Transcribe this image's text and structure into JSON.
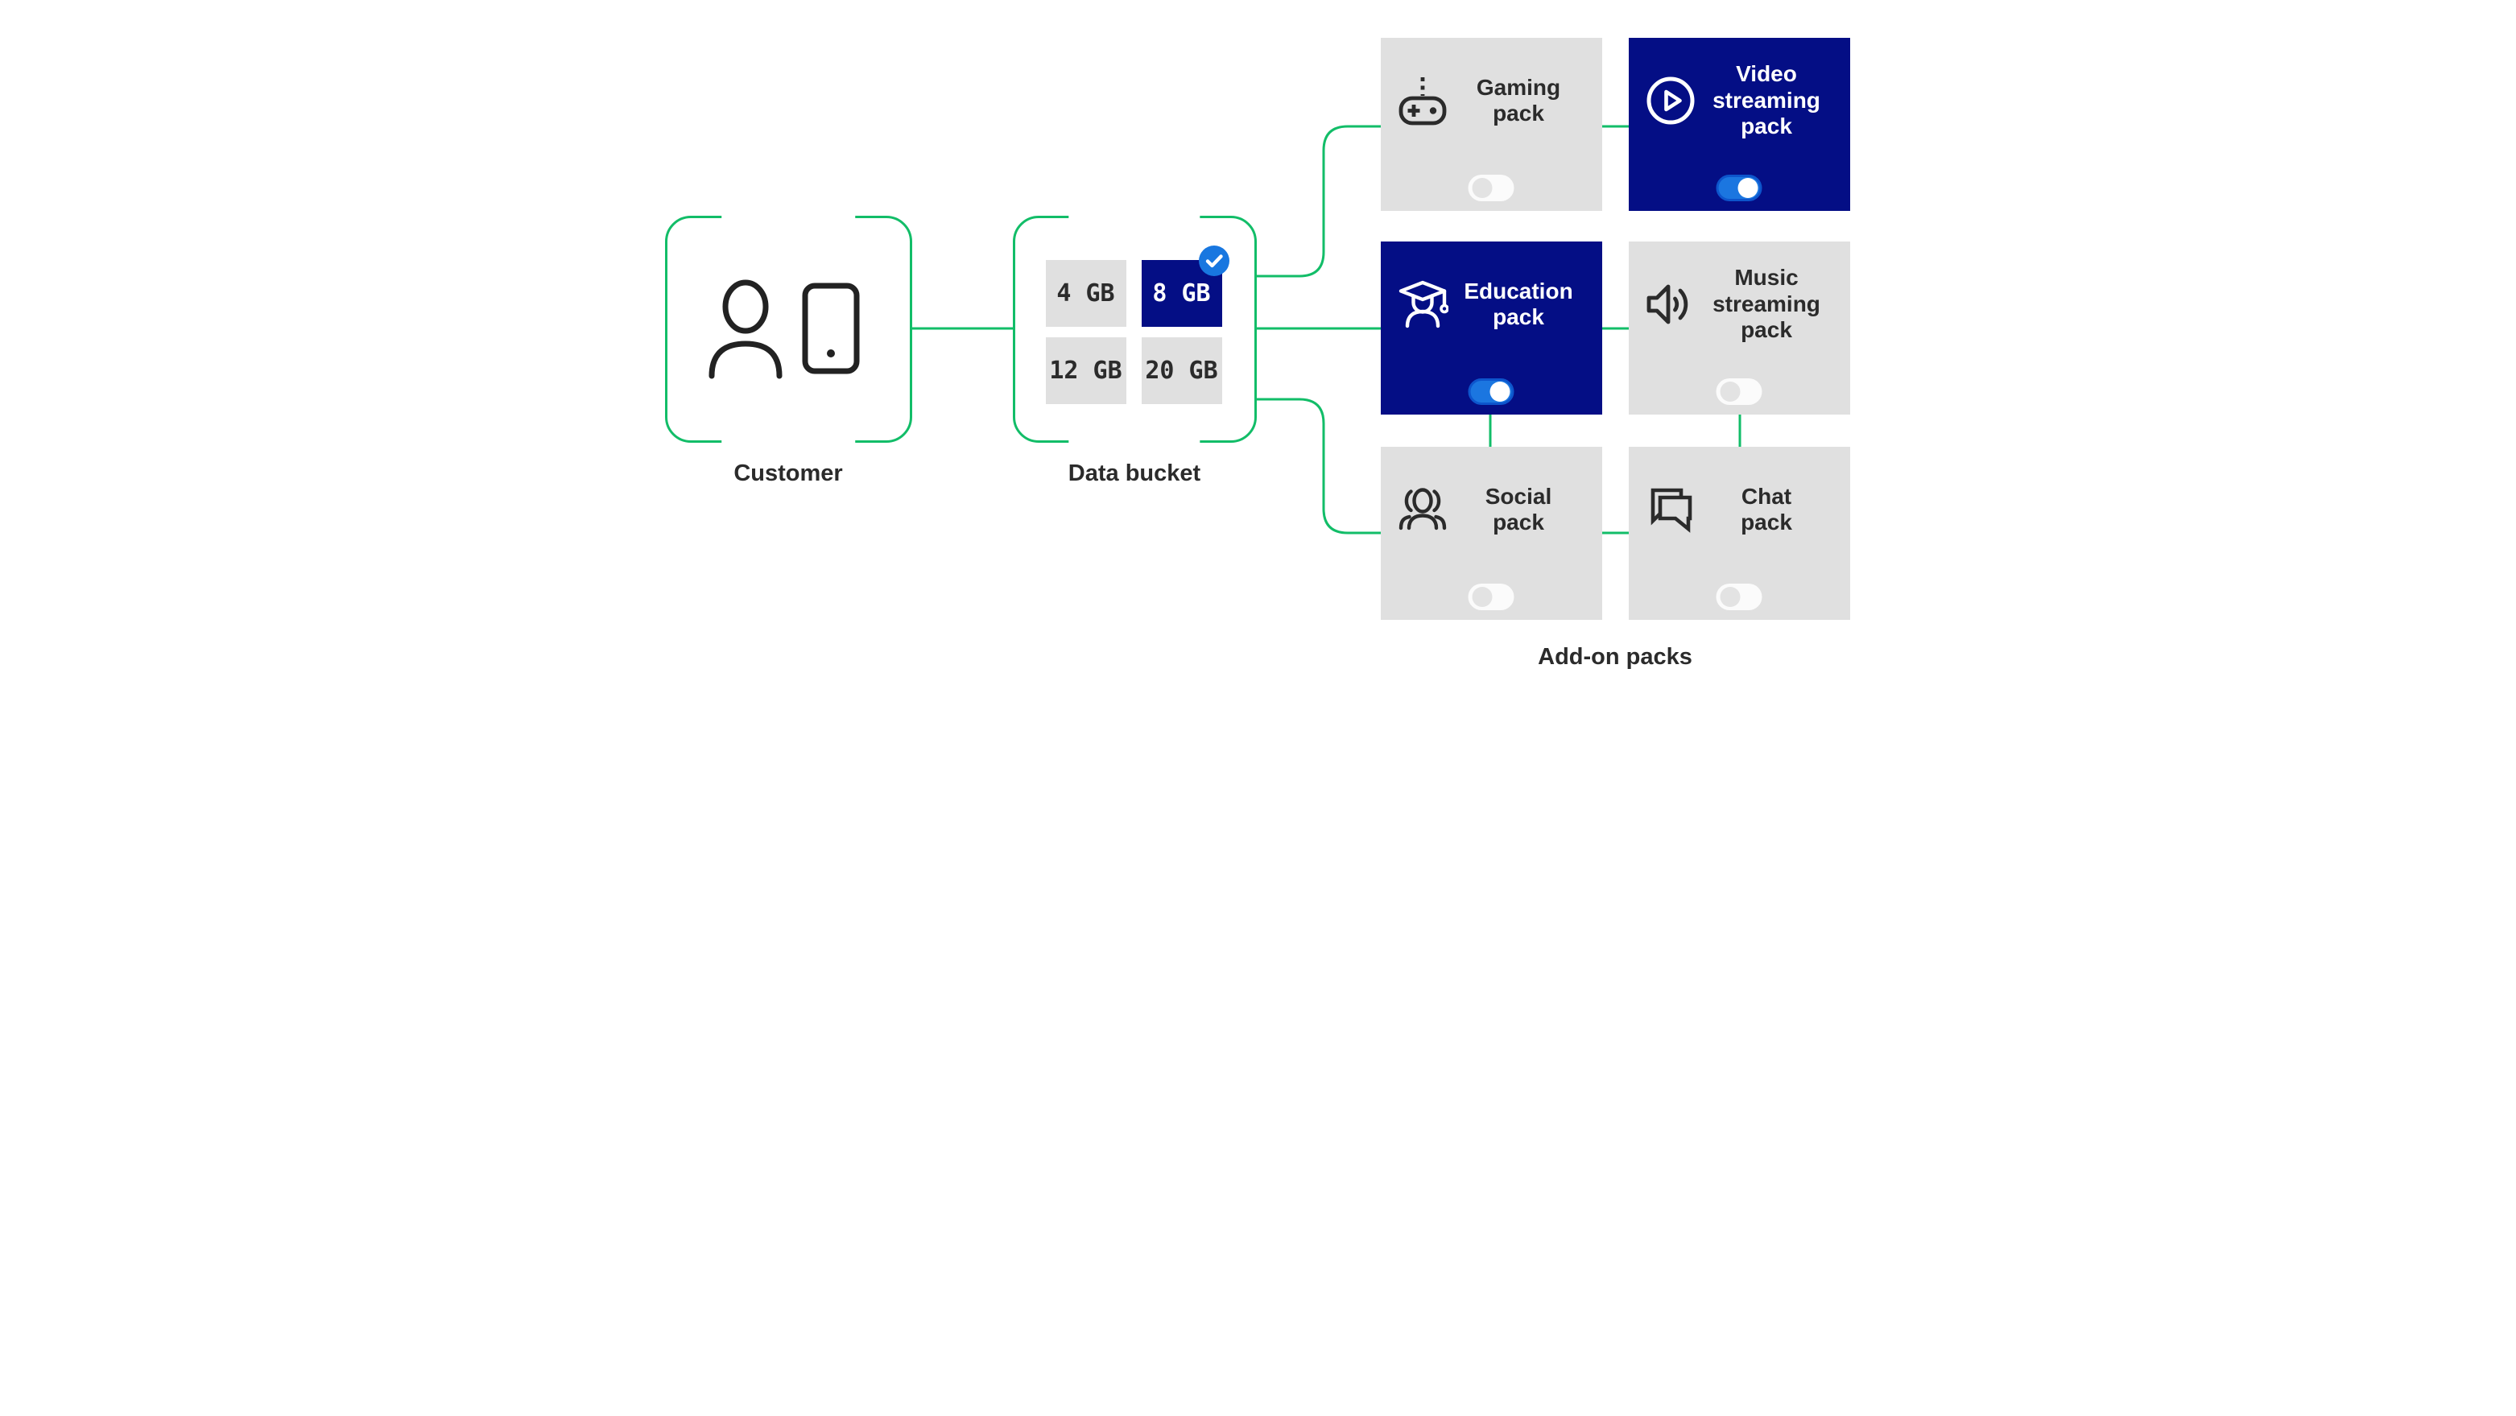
{
  "sections": {
    "customer": {
      "label": "Customer"
    },
    "data_bucket": {
      "label": "Data bucket",
      "options": [
        {
          "label": "4 GB",
          "selected": false
        },
        {
          "label": "8 GB",
          "selected": true
        },
        {
          "label": "12 GB",
          "selected": false
        },
        {
          "label": "20 GB",
          "selected": false
        }
      ]
    },
    "addons": {
      "label": "Add-on packs",
      "packs": [
        {
          "name": "Gaming pack",
          "lines": [
            "Gaming",
            "pack"
          ],
          "enabled": false,
          "icon": "game-controller-icon"
        },
        {
          "name": "Video streaming pack",
          "lines": [
            "Video",
            "streaming",
            "pack"
          ],
          "enabled": true,
          "icon": "play-circle-icon"
        },
        {
          "name": "Education pack",
          "lines": [
            "Education",
            "pack"
          ],
          "enabled": true,
          "icon": "graduation-cap-icon"
        },
        {
          "name": "Music streaming pack",
          "lines": [
            "Music",
            "streaming",
            "pack"
          ],
          "enabled": false,
          "icon": "speaker-icon"
        },
        {
          "name": "Social pack",
          "lines": [
            "Social",
            "pack"
          ],
          "enabled": false,
          "icon": "people-group-icon"
        },
        {
          "name": "Chat pack",
          "lines": [
            "Chat",
            "pack"
          ],
          "enabled": false,
          "icon": "chat-bubbles-icon"
        }
      ]
    }
  },
  "colors": {
    "green": "#12bd68",
    "navy": "#040e85",
    "gray": "#e0e0e0",
    "ink": "#2b2b2b",
    "toggle_on": "#1b76e0",
    "toggle_on_border": "#0d55cc",
    "check_blue": "#1877e0",
    "off_track": "#fbfbfb",
    "off_knob": "#e3e3e3",
    "white": "#ffffff"
  }
}
